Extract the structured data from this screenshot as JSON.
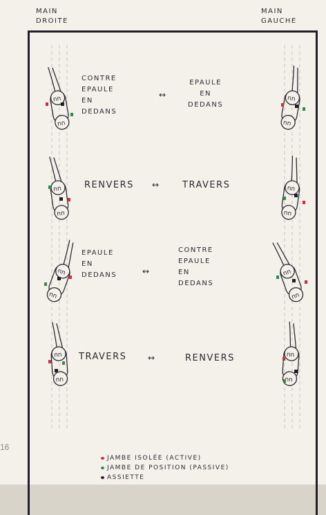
{
  "corners": {
    "left_line1": "MAIN",
    "left_line2": "DROITE",
    "right_line1": "MAIN",
    "right_line2": "GAUCHE"
  },
  "rows": [
    {
      "left": [
        "CONTRE",
        "EPAULE",
        "EN",
        "DEDANS"
      ],
      "arrow": "↔",
      "right": [
        "EPAULE",
        "EN",
        "DEDANS"
      ]
    },
    {
      "left": [
        "RENVERS"
      ],
      "arrow": "↔",
      "right": [
        "TRAVERS"
      ]
    },
    {
      "left": [
        "EPAULE",
        "EN",
        "DEDANS"
      ],
      "arrow": "↔",
      "right": [
        "CONTRE",
        "EPAULE",
        "EN",
        "DEDANS"
      ]
    },
    {
      "left": [
        "TRAVERS"
      ],
      "arrow": "↔",
      "right": [
        "RENVERS"
      ]
    }
  ],
  "legend": [
    {
      "text": "JAMBE ISOLÉE (ACTIVE)",
      "color": "#c8323c"
    },
    {
      "text": "JAMBE DE POSITION (PASSIVE)",
      "color": "#2f8a4a"
    },
    {
      "text": "ASSIETTE",
      "color": "#1f1f25"
    }
  ],
  "page_number": "16",
  "colors": {
    "active": "#c8323c",
    "passive": "#2f8a4a",
    "seat": "#1f1f25",
    "ink": "#2a2a33"
  },
  "icons": [
    "horse-top-view-icon"
  ]
}
